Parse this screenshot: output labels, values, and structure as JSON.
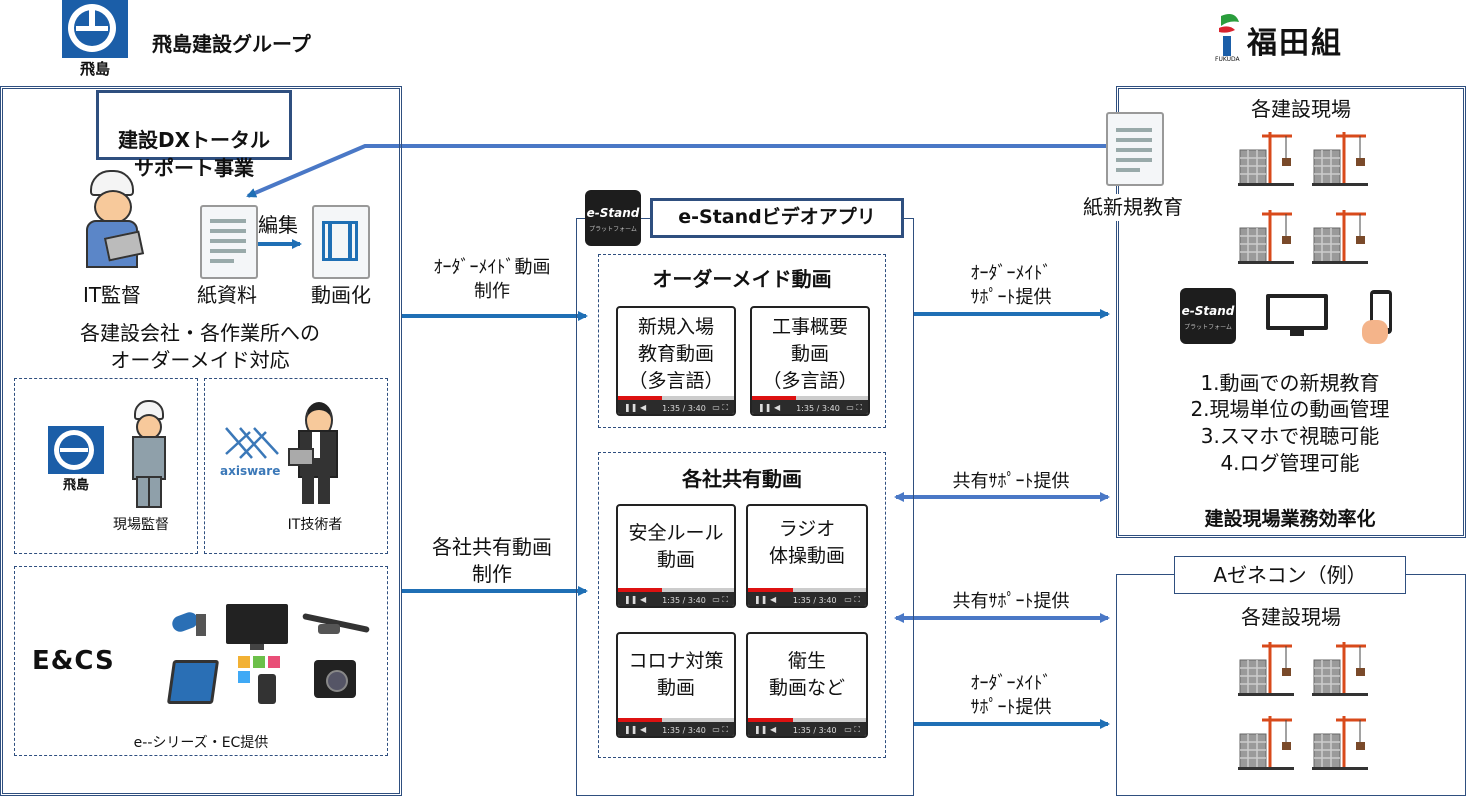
{
  "header": {
    "group_name": "飛島建設グループ",
    "tobishima_logo_text": "飛島",
    "fukuda_name": "福田組",
    "fukuda_small": "FUKUDA"
  },
  "left": {
    "title": "建設DXトータル\nサポート事業",
    "it_supervisor": "IT監督",
    "paper_docs": "紙資料",
    "edit": "編集",
    "video_conversion": "動画化",
    "order_desc": "各建設会社・各作業所への\nオーダーメイド対応",
    "site_supervisor": "現場監督",
    "it_engineer": "IT技術者",
    "axisware": "axisware",
    "ecs_logo": "E&CS",
    "ecs_service": "e--シリーズ・EC提供"
  },
  "arrows": {
    "order_production": "ｵｰﾀﾞｰﾒｲﾄﾞ動画\n制作",
    "shared_production": "各社共有動画\n制作",
    "order_support_1": "ｵｰﾀﾞｰﾒｲﾄﾞ\nｻﾎﾟｰﾄ提供",
    "shared_support_1": "共有ｻﾎﾟｰﾄ提供",
    "shared_support_2": "共有ｻﾎﾟｰﾄ提供",
    "order_support_2": "ｵｰﾀﾞｰﾒｲﾄﾞ\nｻﾎﾟｰﾄ提供"
  },
  "center": {
    "app_title": "e-Standビデオアプリ",
    "logo_text": "e-Stand",
    "logo_sub": "プラットフォーム",
    "order_section": "オーダーメイド動画",
    "shared_section": "各社共有動画",
    "video_time": "1:35 / 3:40",
    "videos": [
      "新規入場\n教育動画\n（多言語）",
      "工事概要\n動画\n（多言語）",
      "安全ルール\n動画",
      "ラジオ\n体操動画",
      "コロナ対策\n動画",
      "衛生\n動画など"
    ]
  },
  "right": {
    "sites_label": "各建設現場",
    "paper_education": "紙新規教育",
    "benefits": [
      "1.動画での新規教育",
      "2.現場単位の動画管理",
      "3.スマホで視聴可能",
      "4.ログ管理可能"
    ],
    "efficiency": "建設現場業務効率化",
    "gc_label": "Aゼネコン（例）",
    "gc_sites_label": "各建設現場"
  },
  "colors": {
    "arrow": "#1f6fb5",
    "arrow_light": "#4a78c6",
    "frame": "#2f4f7f",
    "tobishima_blue": "#1b5ea8",
    "fukuda_green": "#2a9d3c",
    "fukuda_red": "#d9232e",
    "crane": "#d84a1b"
  }
}
